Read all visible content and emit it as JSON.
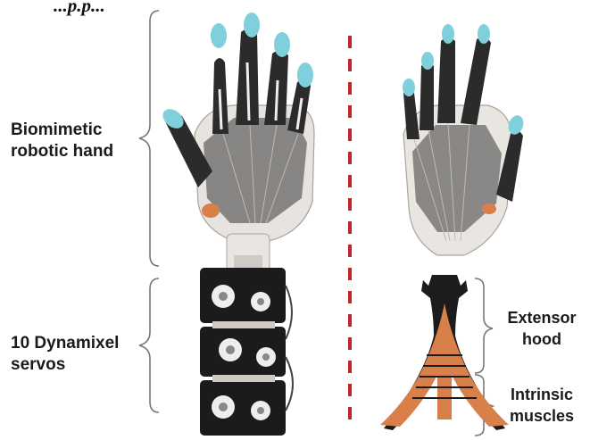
{
  "header_fragment": "...p.p...",
  "labels": {
    "hand": "Biomimetic\nrobotic hand",
    "servos": "10 Dynamixel\nservos",
    "extensor": "Extensor\nhood",
    "intrinsic": "Intrinsic\nmuscles"
  },
  "colors": {
    "fingertip": "#7fd0dc",
    "frame_dark": "#2b2b2b",
    "bone_white": "#e9e6e2",
    "divider": "#c0262d",
    "hood_black": "#1c1c1c",
    "muscle_orange": "#d9804a",
    "servo_black": "#1b1b1b"
  }
}
